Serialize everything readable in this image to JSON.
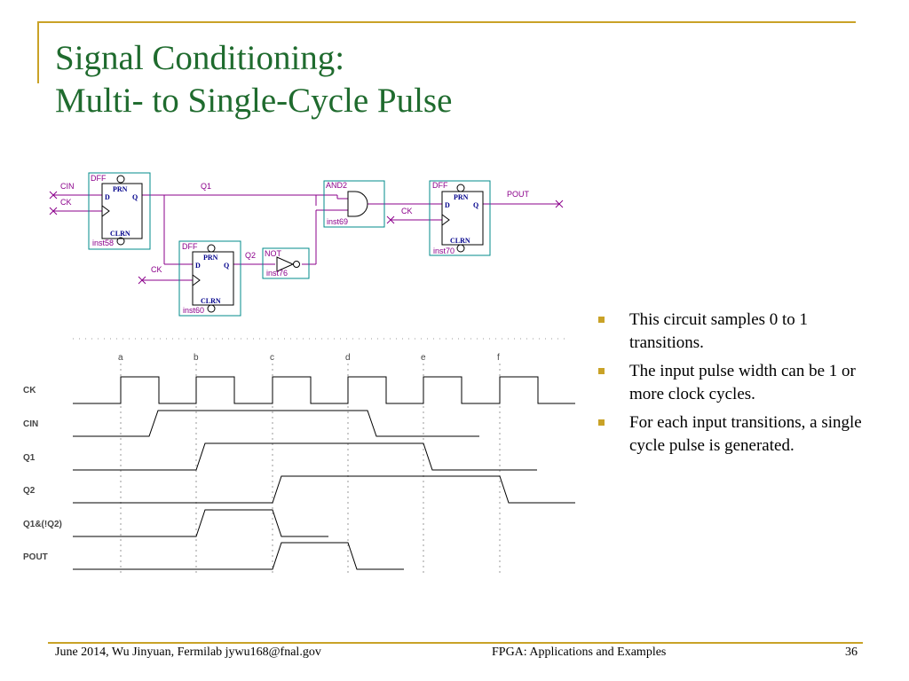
{
  "title": {
    "line1": "Signal Conditioning:",
    "line2": "Multi- to Single-Cycle Pulse"
  },
  "colors": {
    "accent": "#c9a227",
    "title": "#1f6b2e",
    "wire": "#8b008b",
    "block_border": "#008b8b",
    "pin": "#00008b"
  },
  "schematic": {
    "dff1": {
      "type": "DFF",
      "inst": "inst58",
      "prn": "PRN",
      "clrn": "CLRN",
      "d": "D",
      "q": "Q"
    },
    "dff2": {
      "type": "DFF",
      "inst": "inst60",
      "prn": "PRN",
      "clrn": "CLRN",
      "d": "D",
      "q": "Q"
    },
    "and2": {
      "type": "AND2",
      "inst": "inst69"
    },
    "not1": {
      "type": "NOT",
      "inst": "inst76"
    },
    "dff3": {
      "type": "DFF",
      "inst": "inst70",
      "prn": "PRN",
      "clrn": "CLRN",
      "d": "D",
      "q": "Q"
    },
    "net_cin": "CIN",
    "net_ck1": "CK",
    "net_ck2": "CK",
    "net_ck3": "CK",
    "net_q1": "Q1",
    "net_q2": "Q2",
    "net_pout": "POUT"
  },
  "timing": {
    "ticks": [
      "a",
      "b",
      "c",
      "d",
      "e",
      "f"
    ],
    "signals": [
      "CK",
      "CIN",
      "Q1",
      "Q2",
      "Q1&(!Q2)",
      "POUT"
    ]
  },
  "bullets": [
    "This circuit samples 0 to 1 transitions.",
    "The input pulse width can be 1 or more clock cycles.",
    "For each input transitions, a single cycle pulse is generated."
  ],
  "footer": {
    "left": "June 2014, Wu Jinyuan, Fermilab jywu168@fnal.gov",
    "center": "FPGA: Applications and Examples",
    "page": "36"
  }
}
